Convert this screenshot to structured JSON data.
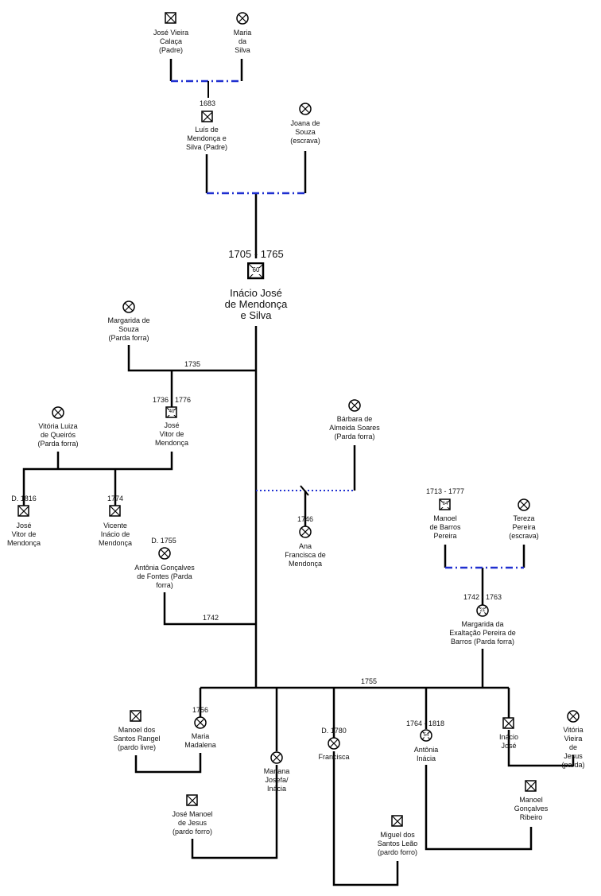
{
  "persons": {
    "jose_vieira": {
      "name": "José Vieira\nCalaça\n(Padre)",
      "dates": ""
    },
    "maria_silva": {
      "name": "Maria\nda\nSilva",
      "dates": ""
    },
    "luis": {
      "name": "Luís de\nMendonça e\nSilva (Padre)",
      "dates": "1683"
    },
    "joana": {
      "name": "Joana de\nSouza\n(escrava)",
      "dates": ""
    },
    "inacio": {
      "name": "Inácio José\nde Mendonça\ne Silva",
      "dates": "1705 - 1765",
      "age": "60"
    },
    "margarida_souza": {
      "name": "Margarida de\nSouza\n(Parda forra)",
      "dates": ""
    },
    "jose_vitor": {
      "name": "José\nVitor de\nMendonça",
      "dates": "1736 - 1776",
      "age": "40"
    },
    "vitoria_luiza": {
      "name": "Vitória Luiza\nde Queirós\n(Parda forra)",
      "dates": ""
    },
    "jose_vitor_jr": {
      "name": "José\nVitor de\nMendonça",
      "dates": "D. 1816"
    },
    "vicente": {
      "name": "Vicente\nInácio de\nMendonça",
      "dates": "1774"
    },
    "barbara": {
      "name": "Bárbara de\nAlmeida Soares\n(Parda forra)",
      "dates": ""
    },
    "ana": {
      "name": "Ana\nFrancisca de\nMendonça",
      "dates": "1746"
    },
    "antonia_gf": {
      "name": "Antônia Gonçalves\nde Fontes (Parda\nforra)",
      "dates": "D. 1755"
    },
    "manoel_bp": {
      "name": "Manoel\nde Barros\nPereira",
      "dates": "1713 - 1777",
      "age": "64"
    },
    "tereza": {
      "name": "Tereza\nPereira\n(escrava)",
      "dates": ""
    },
    "margarida_ex": {
      "name": "Margarida da\nExaltação Pereira de\nBarros (Parda forra)",
      "dates": "1742 - 1763",
      "age": "21"
    },
    "manoel_sr": {
      "name": "Manoel dos\nSantos Rangel\n(pardo livre)",
      "dates": ""
    },
    "maria_madalena": {
      "name": "Maria\nMadalena",
      "dates": "1756"
    },
    "mariana": {
      "name": "Mariana\nJosefa/\nInácia",
      "dates": ""
    },
    "jose_manoel": {
      "name": "José Manoel\nde Jesus\n(pardo forro)",
      "dates": ""
    },
    "francisca": {
      "name": "Francisca",
      "dates": "D. 1780"
    },
    "miguel": {
      "name": "Miguel dos\nSantos Leão\n(pardo forro)",
      "dates": ""
    },
    "antonia_inacia": {
      "name": "Antônia\nInácia",
      "dates": "1764 - 1818",
      "age": "54"
    },
    "manoel_gr": {
      "name": "Manoel\nGonçalves\nRibeiro",
      "dates": ""
    },
    "inacio_jose": {
      "name": "Inácio\nJosé",
      "dates": ""
    },
    "vitoria_vieira": {
      "name": "Vitória Vieira\nde Jesus\n(parda)",
      "dates": ""
    }
  },
  "marriages": {
    "m1735": "1735",
    "m1742": "1742",
    "m1755": "1755"
  }
}
